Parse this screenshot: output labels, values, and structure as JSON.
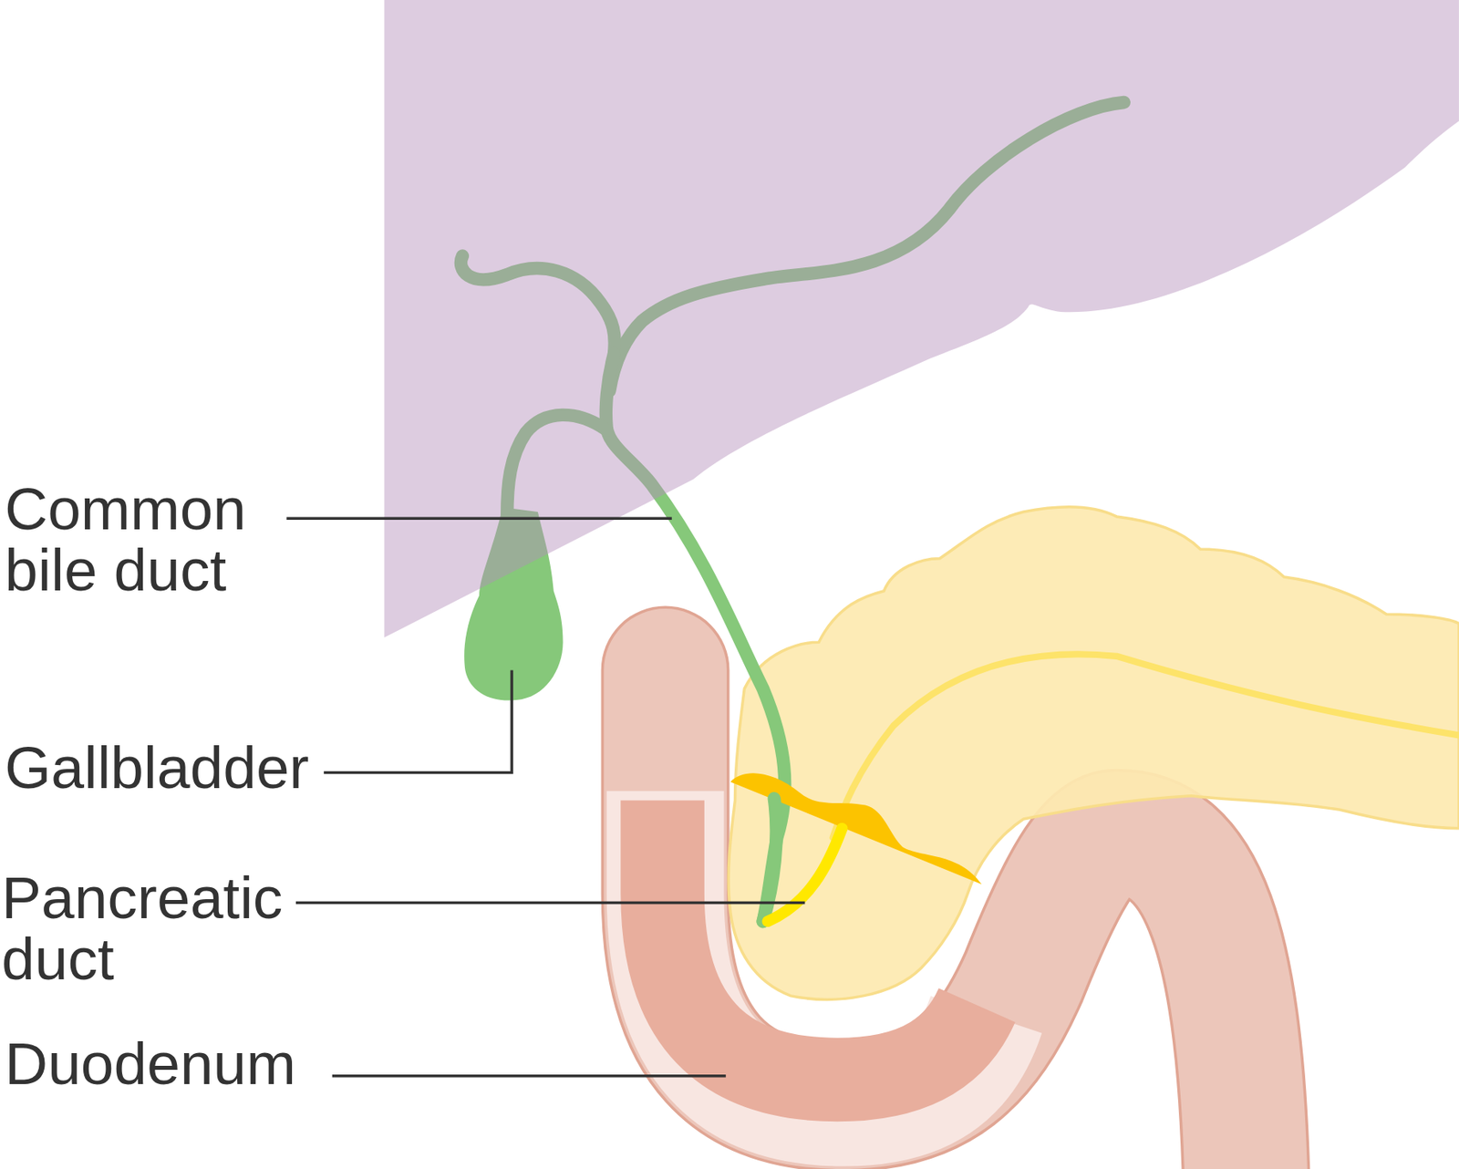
{
  "diagram": {
    "labels": [
      "Common bile duct",
      "Gallbladder",
      "Pancreatic duct",
      "Duodenum"
    ]
  }
}
